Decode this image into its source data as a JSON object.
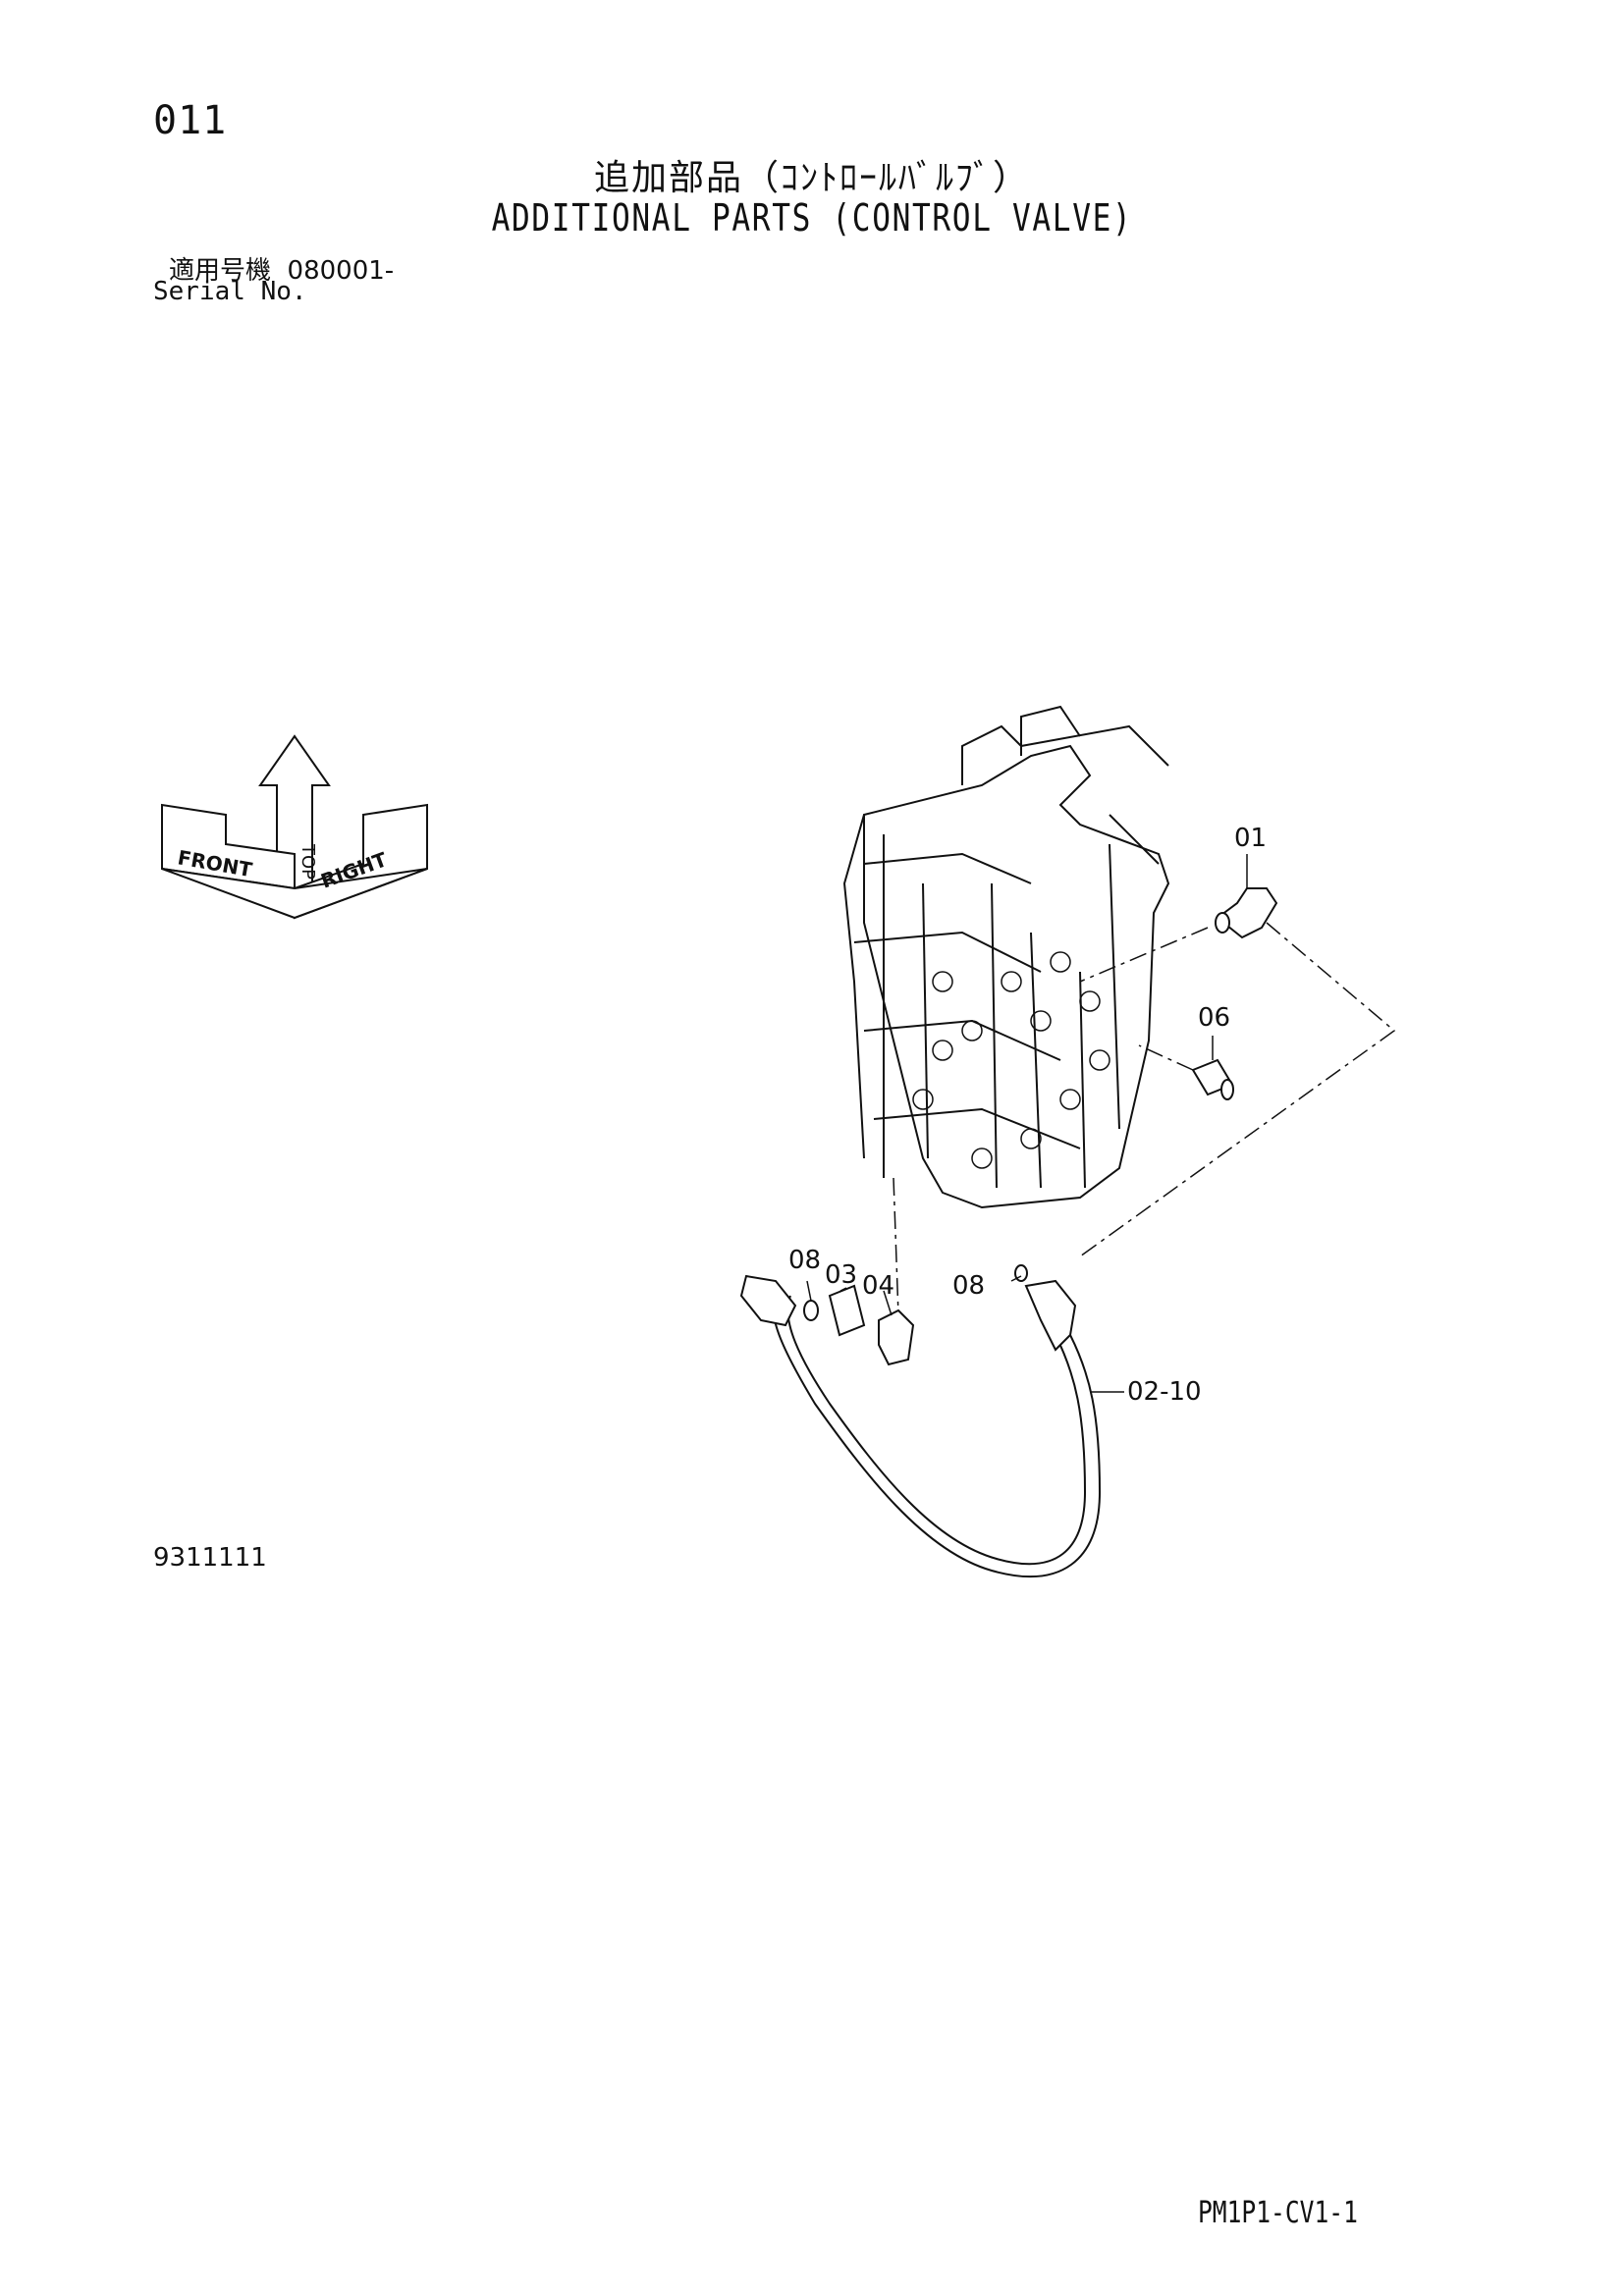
{
  "header": {
    "page_number": "011",
    "title_japanese": "追加部品（ｺﾝﾄﾛｰﾙﾊﾞﾙﾌﾞ）",
    "title_english": "ADDITIONAL PARTS (CONTROL VALVE)"
  },
  "serial": {
    "label_japanese": "適用号機",
    "value": "080001-",
    "label_english": "Serial No."
  },
  "orientation_icon": {
    "top": "TOP",
    "front": "FRONT",
    "right": "RIGHT"
  },
  "callouts": [
    "01",
    "06",
    "08",
    "03",
    "04",
    "08",
    "02-10"
  ],
  "drawing_code": "9311111",
  "footer_code": "PM1P1-CV1-1"
}
